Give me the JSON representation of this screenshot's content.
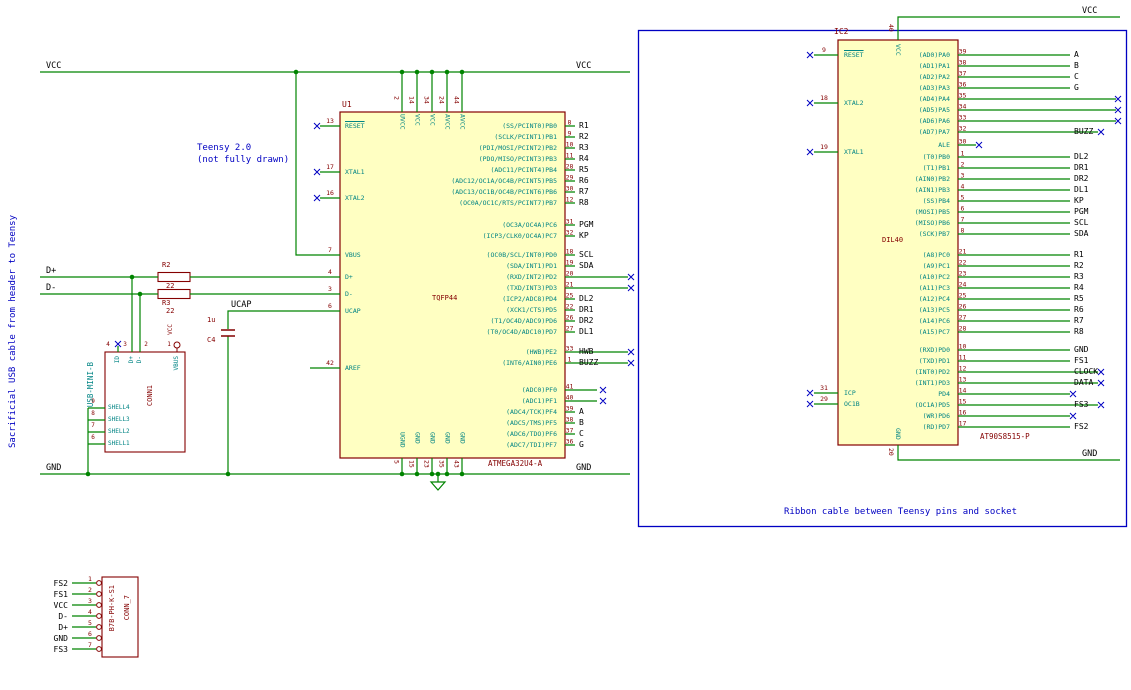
{
  "colors": {
    "wire": "#008400",
    "component_outline": "#840000",
    "component_fill": "#FFFFC2",
    "pin_name": "#008484",
    "pin_number": "#840000",
    "net_label": "#000000",
    "note": "#0000C2",
    "no_connect": "#0000C2"
  },
  "notes": {
    "left_vertical": "Sacrificial USB cable from header to Teensy",
    "teensy_line1": "Teensy 2.0",
    "teensy_line2": "(not fully drawn)",
    "ribbon": "Ribbon cable between Teensy pins and socket"
  },
  "power": {
    "vcc": "VCC",
    "gnd": "GND"
  },
  "nets": {
    "dplus": "D+",
    "dminus": "D-",
    "ucap": "UCAP"
  },
  "r2": {
    "ref": "R2",
    "value": "22"
  },
  "r3": {
    "ref": "R3",
    "value": "22"
  },
  "c4": {
    "ref": "C4",
    "value": "1u"
  },
  "conn1": {
    "ref": "CONN1",
    "value": "USB-MINI-B",
    "top_pins": [
      {
        "name": "ID",
        "num": "4"
      },
      {
        "name": "D+",
        "num": "3"
      },
      {
        "name": "D-",
        "num": "2"
      },
      {
        "name": "VBUS",
        "num": "1"
      }
    ],
    "shell_pins": [
      {
        "name": "SHELL4",
        "num": "9"
      },
      {
        "name": "SHELL3",
        "num": "8"
      },
      {
        "name": "SHELL2",
        "num": "7"
      },
      {
        "name": "SHELL1",
        "num": "6"
      }
    ]
  },
  "conn7": {
    "ref": "CONN_7",
    "value": "B7B-PH-K-S1",
    "pins": [
      {
        "label": "FS2",
        "num": "1"
      },
      {
        "label": "FS1",
        "num": "2"
      },
      {
        "label": "VCC",
        "num": "3"
      },
      {
        "label": "D-",
        "num": "4"
      },
      {
        "label": "D+",
        "num": "5"
      },
      {
        "label": "GND",
        "num": "6"
      },
      {
        "label": "FS3",
        "num": "7"
      }
    ]
  },
  "u1": {
    "ref": "U1",
    "value": "ATMEGA32U4-A",
    "footprint": "TQFP44",
    "left_pins": [
      {
        "name": "RESET",
        "num": "13"
      },
      {
        "name": "XTAL1",
        "num": "17"
      },
      {
        "name": "XTAL2",
        "num": "16"
      },
      {
        "name": "VBUS",
        "num": "7"
      },
      {
        "name": "D+",
        "num": "4"
      },
      {
        "name": "D-",
        "num": "3"
      },
      {
        "name": "UCAP",
        "num": "6"
      },
      {
        "name": "AREF",
        "num": "42"
      }
    ],
    "top_pins": [
      {
        "name": "UVCC",
        "num": "2"
      },
      {
        "name": "VCC",
        "num": "14"
      },
      {
        "name": "VCC",
        "num": "34"
      },
      {
        "name": "AVCC",
        "num": "24"
      },
      {
        "name": "AVCC",
        "num": "44"
      }
    ],
    "bottom_pins": [
      {
        "name": "UGND",
        "num": "5"
      },
      {
        "name": "GND",
        "num": "15"
      },
      {
        "name": "GND",
        "num": "23"
      },
      {
        "name": "GND",
        "num": "35"
      },
      {
        "name": "GND",
        "num": "43"
      }
    ],
    "pb": [
      {
        "name": "(SS/PCINT0)PB0",
        "num": "8",
        "label": "R1"
      },
      {
        "name": "(SCLK/PCINT1)PB1",
        "num": "9",
        "label": "R2"
      },
      {
        "name": "(PDI/MOSI/PCINT2)PB2",
        "num": "10",
        "label": "R3"
      },
      {
        "name": "(PDO/MISO/PCINT3)PB3",
        "num": "11",
        "label": "R4"
      },
      {
        "name": "(ADC11/PCINT4)PB4",
        "num": "28",
        "label": "R5"
      },
      {
        "name": "(ADC12/OC1A/OC4B/PCINT5)PB5",
        "num": "29",
        "label": "R6"
      },
      {
        "name": "(ADC13/OC1B/OC4B/PCINT6)PB6",
        "num": "30",
        "label": "R7"
      },
      {
        "name": "(OC0A/OC1C/RTS/PCINT7)PB7",
        "num": "12",
        "label": "R8"
      }
    ],
    "pcg": [
      {
        "name": "(OC3A/OC4A)PC6",
        "num": "31",
        "label": "PGM"
      },
      {
        "name": "(ICP3/CLK0/OC4A)PC7",
        "num": "32",
        "label": "KP"
      }
    ],
    "pd": [
      {
        "name": "(OC0B/SCL/INT0)PD0",
        "num": "18",
        "label": "SCL"
      },
      {
        "name": "(SDA/INT1)PD1",
        "num": "19",
        "label": "SDA"
      },
      {
        "name": "(RXD/INT2)PD2",
        "num": "20",
        "label": ""
      },
      {
        "name": "(TXD/INT3)PD3",
        "num": "21",
        "label": ""
      },
      {
        "name": "(ICP2/ADC8)PD4",
        "num": "25",
        "label": "DL2"
      },
      {
        "name": "(XCK1/CTS)PD5",
        "num": "22",
        "label": "DR1"
      },
      {
        "name": "(T1/OC4D/ADC9)PD6",
        "num": "26",
        "label": "DR2"
      },
      {
        "name": "(T0/OC4D/ADC10)PD7",
        "num": "27",
        "label": "DL1"
      }
    ],
    "pe": [
      {
        "name": "(HWB)PE2",
        "num": "33",
        "label": "HWB"
      },
      {
        "name": "(INT6/AIN0)PE6",
        "num": "1",
        "label": "BUZZ"
      }
    ],
    "pf": [
      {
        "name": "(ADC0)PF0",
        "num": "41",
        "label": ""
      },
      {
        "name": "(ADC1)PF1",
        "num": "40",
        "label": ""
      },
      {
        "name": "(ADC4/TCK)PF4",
        "num": "39",
        "label": "A"
      },
      {
        "name": "(ADC5/TMS)PF5",
        "num": "38",
        "label": "B"
      },
      {
        "name": "(ADC6/TDO)PF6",
        "num": "37",
        "label": "C"
      },
      {
        "name": "(ADC7/TDI)PF7",
        "num": "36",
        "label": "G"
      }
    ]
  },
  "ic2": {
    "ref": "IC2",
    "value": "AT90S8515-P",
    "footprint": "DIL40",
    "left_pins": [
      {
        "name": "RESET",
        "num": "9"
      },
      {
        "name": "XTAL2",
        "num": "18"
      },
      {
        "name": "XTAL1",
        "num": "19"
      },
      {
        "name": "ICP",
        "num": "31"
      },
      {
        "name": "OC1B",
        "num": "29"
      }
    ],
    "top_pin": {
      "name": "VCC",
      "num": "40"
    },
    "bottom_pin": {
      "name": "GND",
      "num": "20"
    },
    "pa": [
      {
        "name": "(AD0)PA0",
        "num": "39",
        "label": "A"
      },
      {
        "name": "(AD1)PA1",
        "num": "38",
        "label": "B"
      },
      {
        "name": "(AD2)PA2",
        "num": "37",
        "label": "C"
      },
      {
        "name": "(AD3)PA3",
        "num": "36",
        "label": "G"
      },
      {
        "name": "(AD4)PA4",
        "num": "35",
        "label": ""
      },
      {
        "name": "(AD5)PA5",
        "num": "34",
        "label": ""
      },
      {
        "name": "(AD6)PA6",
        "num": "33",
        "label": ""
      },
      {
        "name": "(AD7)PA7",
        "num": "32",
        "label": "BUZZ"
      }
    ],
    "ale": [
      {
        "name": "ALE",
        "num": "30",
        "label": ""
      }
    ],
    "pb": [
      {
        "name": "(T0)PB0",
        "num": "1",
        "label": "DL2"
      },
      {
        "name": "(T1)PB1",
        "num": "2",
        "label": "DR1"
      },
      {
        "name": "(AIN0)PB2",
        "num": "3",
        "label": "DR2"
      },
      {
        "name": "(AIN1)PB3",
        "num": "4",
        "label": "DL1"
      },
      {
        "name": "(SS)PB4",
        "num": "5",
        "label": "KP"
      },
      {
        "name": "(MOSI)PB5",
        "num": "6",
        "label": "PGM"
      },
      {
        "name": "(MISO)PB6",
        "num": "7",
        "label": "SCL"
      },
      {
        "name": "(SCK)PB7",
        "num": "8",
        "label": "SDA"
      }
    ],
    "pcg": [
      {
        "name": "(A8)PC0",
        "num": "21",
        "label": "R1"
      },
      {
        "name": "(A9)PC1",
        "num": "22",
        "label": "R2"
      },
      {
        "name": "(A10)PC2",
        "num": "23",
        "label": "R3"
      },
      {
        "name": "(A11)PC3",
        "num": "24",
        "label": "R4"
      },
      {
        "name": "(A12)PC4",
        "num": "25",
        "label": "R5"
      },
      {
        "name": "(A13)PC5",
        "num": "26",
        "label": "R6"
      },
      {
        "name": "(A14)PC6",
        "num": "27",
        "label": "R7"
      },
      {
        "name": "(A15)PC7",
        "num": "28",
        "label": "R8"
      }
    ],
    "pd": [
      {
        "name": "(RXD)PD0",
        "num": "10",
        "label": "GND"
      },
      {
        "name": "(TXD)PD1",
        "num": "11",
        "label": "FS1"
      },
      {
        "name": "(INT0)PD2",
        "num": "12",
        "label": "CLOCK"
      },
      {
        "name": "(INT1)PD3",
        "num": "13",
        "label": "DATA"
      },
      {
        "name": "PD4",
        "num": "14",
        "label": ""
      },
      {
        "name": "(OC1A)PD5",
        "num": "15",
        "label": "FS3"
      },
      {
        "name": "(WR)PD6",
        "num": "16",
        "label": ""
      },
      {
        "name": "(RD)PD7",
        "num": "17",
        "label": "FS2"
      }
    ]
  }
}
